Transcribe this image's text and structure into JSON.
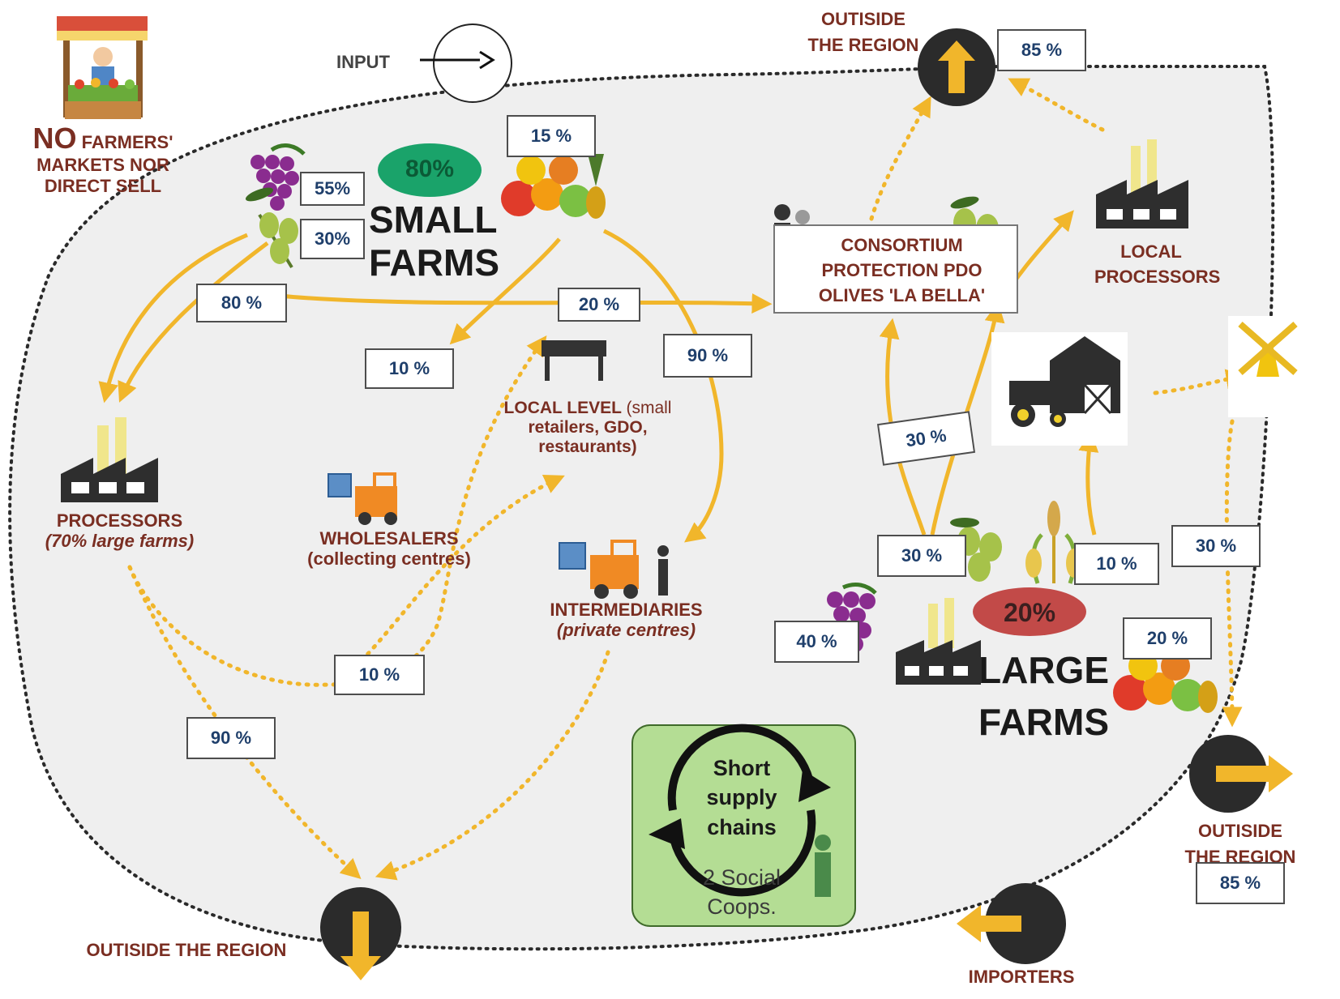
{
  "colors": {
    "arrow": "#f1b62b",
    "region_fill": "#efefef",
    "label_text": "#7a2e22",
    "box_text": "#1f3f6b",
    "small_badge": "#1aa36a",
    "large_badge": "#c24a48",
    "exit_circle": "#2b2b2b",
    "short_chain_bg": "#b4dd94"
  },
  "legend": {
    "input_label": "INPUT"
  },
  "no_market": {
    "line1_big": "NO",
    "line1_rest": "FARMERS'",
    "line2": "MARKETS NOR",
    "line3": "DIRECT SELL"
  },
  "small_farms": {
    "badge": "80%",
    "title_line1": "SMALL",
    "title_line2": "FARMS",
    "grapes_share": "55%",
    "olives_share": "30%",
    "fruit_share": "15 %"
  },
  "large_farms": {
    "badge": "20%",
    "title_line1": "LARGE",
    "title_line2": "FARMS",
    "grapes_share": "40 %",
    "olives_share": "30 %",
    "grain_share": "10 %",
    "fruit_share": "20 %"
  },
  "nodes": {
    "processors": {
      "label": "PROCESSORS",
      "sub": "(70% large farms)"
    },
    "wholesalers": {
      "label": "WHOLESALERS",
      "sub": "(collecting centres)"
    },
    "local_level": {
      "label": "LOCAL LEVEL",
      "label_rest": "(small",
      "line2": "retailers, GDO,",
      "line3": "restaurants)"
    },
    "intermediaries": {
      "label": "INTERMEDIARIES",
      "sub": "(private centres)"
    },
    "consortium": {
      "line1": "CONSORTIUM",
      "line2": "PROTECTION PDO",
      "line3": "OLIVES 'LA BELLA'"
    },
    "local_processors": {
      "line1": "LOCAL",
      "line2": "PROCESSORS"
    },
    "outside_top": {
      "line1": "OUTISIDE",
      "line2": "THE REGION",
      "share": "85 %"
    },
    "outside_right": {
      "line1": "OUTISIDE",
      "line2": "THE REGION",
      "share": "85 %"
    },
    "outside_bottom": {
      "label": "OUTISIDE THE REGION"
    },
    "importers": {
      "label": "IMPORTERS"
    }
  },
  "flows": {
    "to_processors": "80 %",
    "to_consortium": "20 %",
    "to_wholesalers": "10 %",
    "to_intermediaries": "90 %",
    "processors_local": "10 %",
    "processors_out": "90 %",
    "large_to_consortium": "30 %",
    "large_to_mill": "30 %"
  },
  "short_chains": {
    "line1": "Short",
    "line2": "supply",
    "line3": "chains",
    "line4": "2 Social",
    "line5": "Coops."
  },
  "icons": [
    "market-stall-icon",
    "grapes-icon",
    "olives-icon",
    "fruit-basket-icon",
    "factory-icon",
    "forklift-icon",
    "table-icon",
    "people-icon",
    "barn-tractor-icon",
    "windmill-icon",
    "wheat-icon",
    "recycle-arrows-icon",
    "exit-arrow-icon",
    "import-arrow-icon"
  ]
}
